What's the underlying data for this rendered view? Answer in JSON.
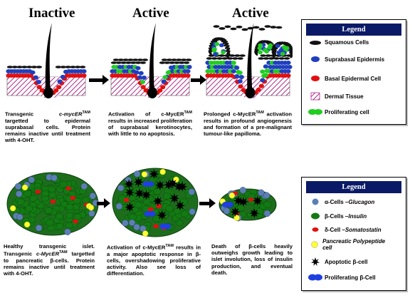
{
  "titles": {
    "inactive": "Inactive",
    "active1": "Active",
    "active2": "Active"
  },
  "captions": {
    "skin_inactive": [
      "Transgenic ",
      "c-mycER",
      "TAM",
      " targetted to epidermal suprabasal cells. Protein remains inactive until treatment with 4-OHT."
    ],
    "skin_active": [
      "Activation of c-MycER",
      "TAM",
      " results in increased proliferation of suprabasal kerotinocytes, with little to no apoptosis."
    ],
    "skin_prolonged": [
      "Prolonged c-MycER",
      "TAM",
      " activation results in profound angiogenesis and formation of a pre-malignant tumour-like papilloma."
    ],
    "islet_healthy": [
      "Healthy transgenic islet. Transgenic ",
      "c-MycER",
      "TAM",
      " targetted to pancreatic β-cells. Protein remains inactive until treatment with 4-OHT."
    ],
    "islet_active": [
      "Activation of c-MycER",
      "TAM",
      " results in a major apoptotic response in β-cells, overshadowing proliferative activity. Also see loss of differentiation."
    ],
    "islet_death": "Death of β-cells heavily outweighs growth leading to islet involution, loss of insulin production, and eventual death."
  },
  "legend_skin": {
    "title": "Legend",
    "items": [
      {
        "label": "Squamous Cells",
        "icon": "black-ellipse"
      },
      {
        "label": "Suprabasal Epidermis",
        "icon": "blue-ellipse"
      },
      {
        "label": "Basal Epidermal Cell",
        "icon": "red-ellipse"
      },
      {
        "label": "Dermal Tissue",
        "icon": "hatched-square"
      },
      {
        "label": "Proliferating cell",
        "icon": "green-dividing-cell"
      }
    ]
  },
  "legend_islet": {
    "title": "Legend",
    "items": [
      {
        "label": "α-Cells – ",
        "label_italic": "Glucagon",
        "icon": "blue-circle"
      },
      {
        "label": "β-Cells – ",
        "label_italic": "Insulin",
        "icon": "green-circle"
      },
      {
        "label": "δ-Cell – ",
        "label_italic": "Somatostatin",
        "icon": "red-ellipse"
      },
      {
        "label": "",
        "label_italic": "Pancreatic Polypeptide cell",
        "icon": "yellow-circle"
      },
      {
        "label": "Apoptotic β-cell",
        "label_italic": "",
        "icon": "black-star"
      },
      {
        "label": "Proliferating β-Cell",
        "label_italic": "",
        "icon": "blue-dividing-cell"
      }
    ]
  },
  "colors": {
    "squamous": "#111111",
    "suprabasal": "#1f3fbf",
    "basal": "#e01010",
    "dermal_hatch": "#b02a8a",
    "proliferating": "#22cc22",
    "beta": "#137a13",
    "alpha": "#5b7fb5",
    "delta": "#e01010",
    "pp": "#ffff33",
    "legend_header": "#0a1a66"
  }
}
